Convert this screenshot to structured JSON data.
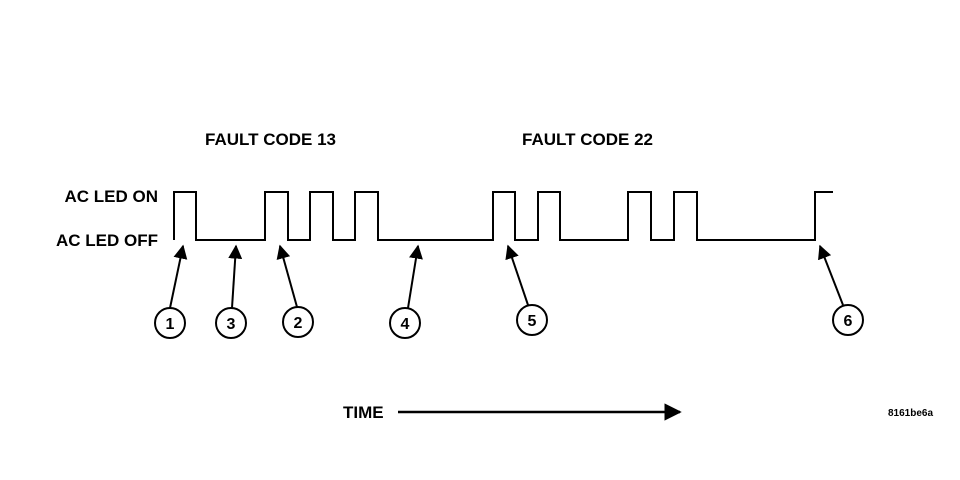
{
  "diagram": {
    "group_labels": [
      "FAULT CODE 13",
      "FAULT CODE 22"
    ],
    "axis_labels": {
      "on": "AC LED ON",
      "off": "AC LED OFF"
    },
    "time_label": "TIME",
    "reference_code": "8161be6a",
    "callouts": [
      "1",
      "3",
      "2",
      "4",
      "5",
      "6"
    ],
    "colors": {
      "line": "#000000",
      "background": "#ffffff"
    }
  }
}
